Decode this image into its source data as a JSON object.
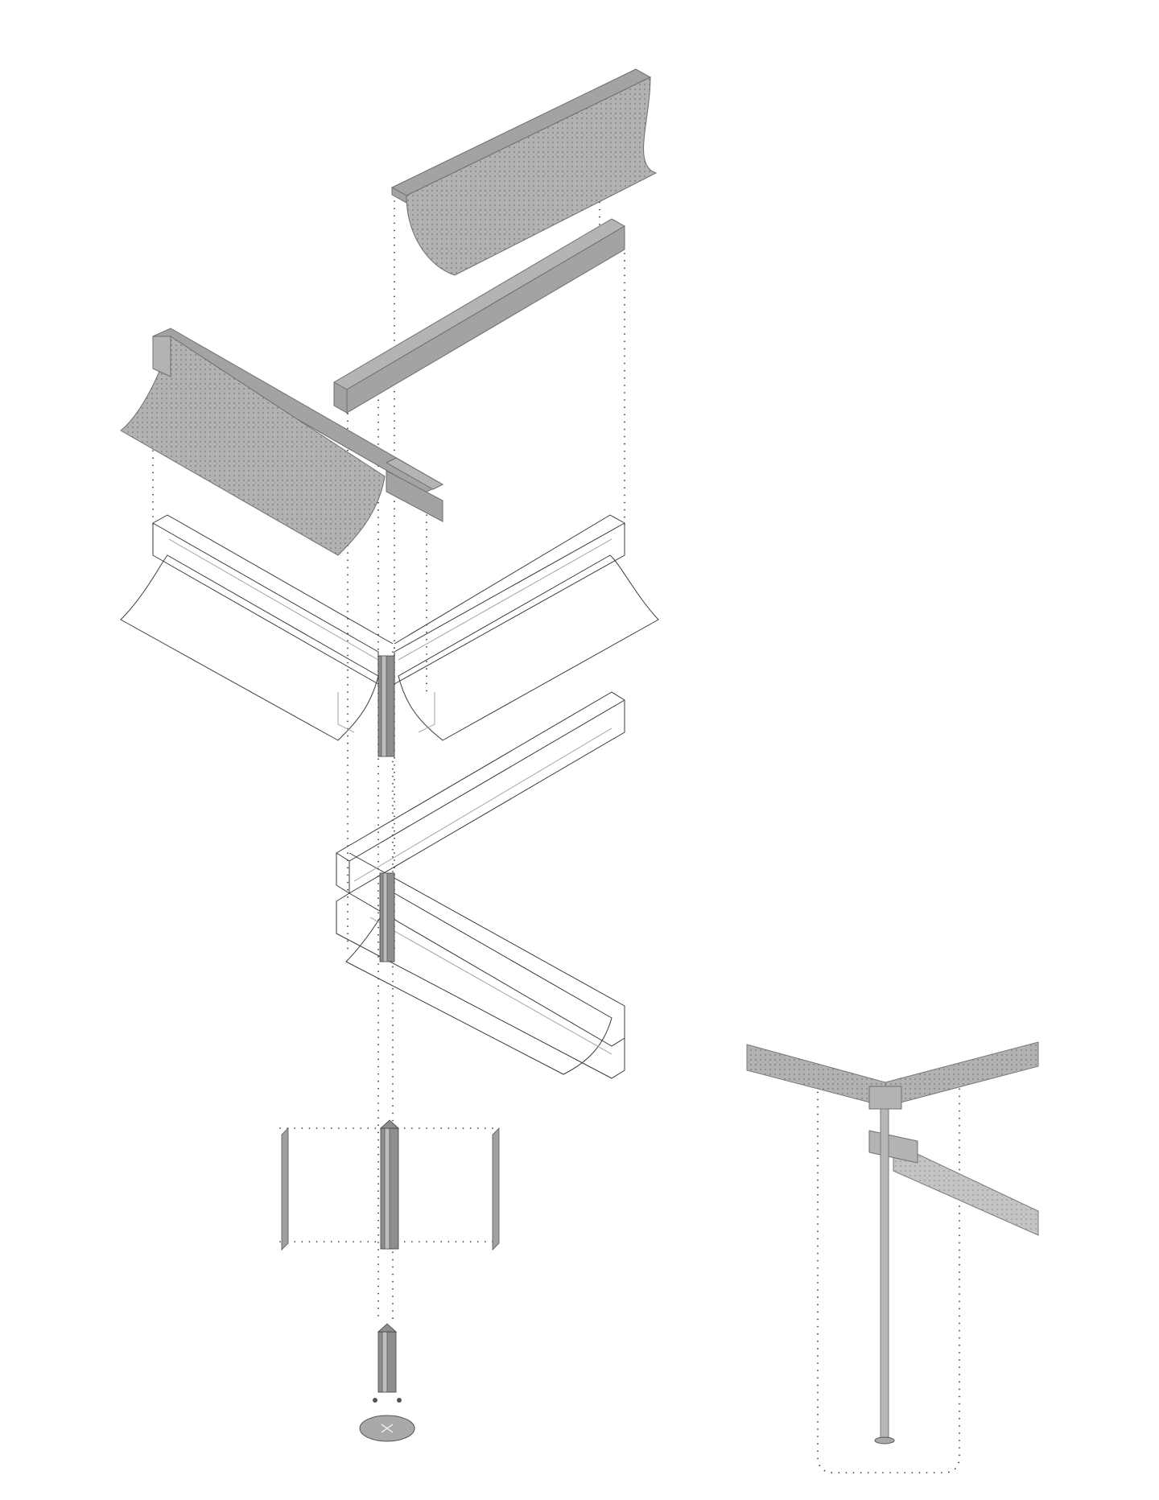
{
  "drawing": {
    "views": [
      {
        "name": "exploded-axonometric"
      },
      {
        "name": "assembled-detail"
      }
    ],
    "colors": {
      "background": "#ffffff",
      "perforated_shell": "#b4b4b4",
      "linework": "#3a3a3a",
      "post": "#8e8e8e"
    },
    "texture": "perforated-dot-pattern"
  }
}
